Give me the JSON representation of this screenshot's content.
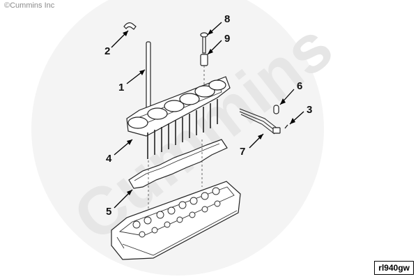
{
  "watermark": {
    "copyright": "©Cummins Inc",
    "brand": "Cummins"
  },
  "figure_id": "rl940gw",
  "callouts": {
    "c1": "1",
    "c2": "2",
    "c3": "3",
    "c4": "4",
    "c5": "5",
    "c6": "6",
    "c7": "7",
    "c8": "8",
    "c9": "9"
  },
  "colors": {
    "line": "#222222",
    "watermark": "#ececec",
    "background": "#ffffff"
  }
}
